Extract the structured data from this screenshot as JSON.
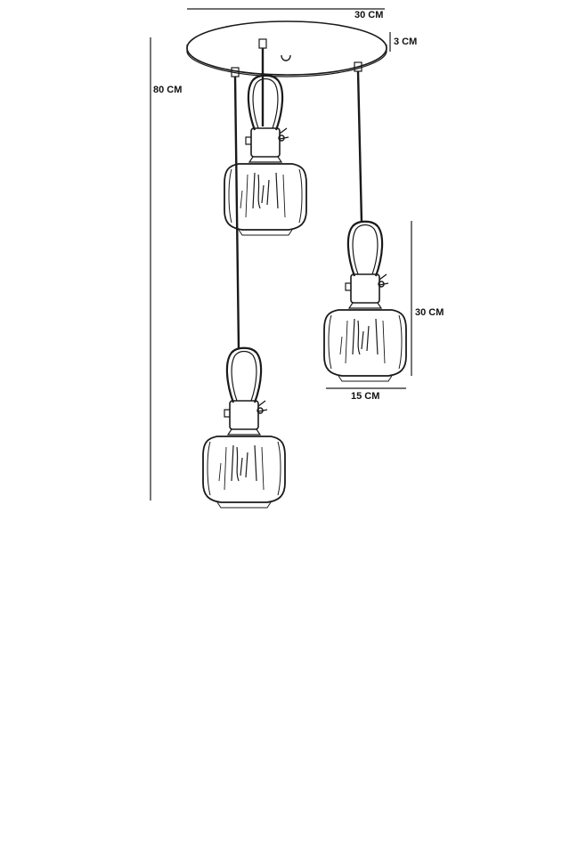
{
  "dimensions": {
    "canopy_diameter": "30 CM",
    "canopy_height": "3 CM",
    "total_drop": "80 CM",
    "shade_height": "30 CM",
    "shade_width": "15 CM"
  },
  "pendants": [
    {
      "name": "upper-left"
    },
    {
      "name": "right"
    },
    {
      "name": "lower-left"
    }
  ],
  "colors": {
    "ink": "#1a1a1a",
    "paper": "#ffffff"
  }
}
